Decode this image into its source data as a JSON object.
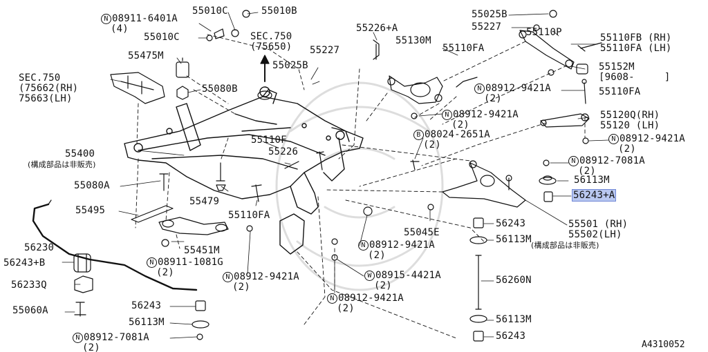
{
  "diagram": {
    "drawing_code": "A4310052",
    "callouts": [
      {
        "id": "n08911_6401a",
        "prefix": "N",
        "part": "08911-6401A",
        "qty": "(4)"
      },
      {
        "id": "p55010c_top",
        "part": "55010C"
      },
      {
        "id": "p55010b",
        "part": "55010B"
      },
      {
        "id": "p55010c_mid",
        "part": "55010C"
      },
      {
        "id": "sec750_top",
        "part": "SEC.750",
        "sub": "(75650)"
      },
      {
        "id": "p55226a",
        "part": "55226+A"
      },
      {
        "id": "p55130m",
        "part": "55130M"
      },
      {
        "id": "p55110fa_top",
        "part": "55110FA"
      },
      {
        "id": "p55025b_top",
        "part": "55025B"
      },
      {
        "id": "p55227_top",
        "part": "55227"
      },
      {
        "id": "p55110p",
        "part": "55110P"
      },
      {
        "id": "p55110fb",
        "part": "55110FB (RH)",
        "sub": "55110FA (LH)"
      },
      {
        "id": "p55475m",
        "part": "55475M"
      },
      {
        "id": "p55227_mid",
        "part": "55227"
      },
      {
        "id": "p55025b_mid",
        "part": "55025B"
      },
      {
        "id": "p55152m",
        "part": "55152M",
        "sub": "[9608-     ]"
      },
      {
        "id": "sec750_left",
        "part": "SEC.750",
        "sub": "(75662(RH)\n75663(LH)"
      },
      {
        "id": "p55080b",
        "part": "55080B"
      },
      {
        "id": "n08912_9421a_1",
        "prefix": "N",
        "part": "08912-9421A",
        "qty": "(2)"
      },
      {
        "id": "p55110fa_right",
        "part": "55110FA"
      },
      {
        "id": "n08912_9421a_2",
        "prefix": "N",
        "part": "08912-9421A",
        "qty": "(2)"
      },
      {
        "id": "p55120q",
        "part": "55120Q(RH)",
        "sub": "55120 (LH)"
      },
      {
        "id": "p55110f",
        "part": "55110F"
      },
      {
        "id": "b08024_2651a",
        "prefix": "B",
        "part": "08024-2651A",
        "qty": "(2)"
      },
      {
        "id": "n08912_9421a_3",
        "prefix": "N",
        "part": "08912-9421A",
        "qty": "(2)"
      },
      {
        "id": "p55226",
        "part": "55226"
      },
      {
        "id": "p55400",
        "part": "55400",
        "note": "(構成部品は非販売)"
      },
      {
        "id": "n08912_7081a_1",
        "prefix": "N",
        "part": "08912-7081A",
        "qty": "(2)"
      },
      {
        "id": "p55080a",
        "part": "55080A"
      },
      {
        "id": "p56113m_1",
        "part": "56113M"
      },
      {
        "id": "p55479",
        "part": "55479"
      },
      {
        "id": "p56243a",
        "part": "56243+A",
        "highlighted": true
      },
      {
        "id": "p55495",
        "part": "55495"
      },
      {
        "id": "p55110fa_bottom",
        "part": "55110FA"
      },
      {
        "id": "p56243_1",
        "part": "56243"
      },
      {
        "id": "p55045e",
        "part": "55045E"
      },
      {
        "id": "p55501",
        "part": "55501 (RH)",
        "sub": "55502(LH)",
        "note": "(構成部品は非販売)"
      },
      {
        "id": "p56230",
        "part": "56230"
      },
      {
        "id": "p55451m",
        "part": "55451M"
      },
      {
        "id": "p56113m_2",
        "part": "56113M"
      },
      {
        "id": "n08912_9421a_4",
        "prefix": "N",
        "part": "08912-9421A",
        "qty": "(2)"
      },
      {
        "id": "p56243b",
        "part": "56243+B"
      },
      {
        "id": "n08911_1081g",
        "prefix": "N",
        "part": "08911-1081G",
        "qty": "(2)"
      },
      {
        "id": "n08912_9421a_5",
        "prefix": "N",
        "part": "08912-9421A",
        "qty": "(2)"
      },
      {
        "id": "w08915_4421a",
        "prefix": "W",
        "part": "08915-4421A",
        "qty": "(2)"
      },
      {
        "id": "p56233q",
        "part": "56233Q"
      },
      {
        "id": "p56260n",
        "part": "56260N"
      },
      {
        "id": "p56243_2",
        "part": "56243"
      },
      {
        "id": "n08912_9421a_6",
        "prefix": "N",
        "part": "08912-9421A",
        "qty": "(2)"
      },
      {
        "id": "p55060a",
        "part": "55060A"
      },
      {
        "id": "p56113m_3",
        "part": "56113M"
      },
      {
        "id": "p56113m_4",
        "part": "56113M"
      },
      {
        "id": "n08912_7081a_2",
        "prefix": "N",
        "part": "08912-7081A",
        "qty": "(2)"
      },
      {
        "id": "p56243_3",
        "part": "56243"
      }
    ]
  }
}
